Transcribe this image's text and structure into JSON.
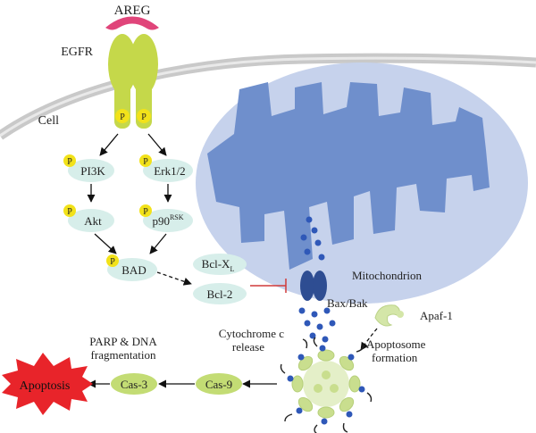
{
  "labels": {
    "areg": "AREG",
    "egfr": "EGFR",
    "cell": "Cell",
    "mitochondrion": "Mitochondrion",
    "bax_bak": "Bax/Bak",
    "cytochrome_line1": "Cytochrome c",
    "cytochrome_line2": "release",
    "apaf1": "Apaf-1",
    "apoptosome_line1": "Apoptosome",
    "apoptosome_line2": "formation",
    "parp_line1": "PARP & DNA",
    "parp_line2": "fragmentation",
    "apoptosis": "Apoptosis",
    "phospho": "P"
  },
  "nodes": {
    "pi3k": "PI3K",
    "erk": "Erk1/2",
    "akt": "Akt",
    "p90_base": "p90",
    "p90_sup": "RSK",
    "bad": "BAD",
    "bclxl_base": "Bcl-X",
    "bclxl_sub": "L",
    "bcl2": "Bcl-2",
    "cas9": "Cas-9",
    "cas3": "Cas-3"
  },
  "colors": {
    "membrane": "#c9c9c9",
    "egfr": "#c5d84a",
    "areg": "#e0457a",
    "phospho": "#f2e21a",
    "node_fill": "#d7eeea",
    "caspase_fill": "#c3dc74",
    "mito_outer": "#c6d2ec",
    "mito_inner": "#6f8fcc",
    "bax": "#2e4d92",
    "dots": "#2f58b8",
    "apoptosis": "#e8242a",
    "inhibit": "#d13a3a"
  }
}
